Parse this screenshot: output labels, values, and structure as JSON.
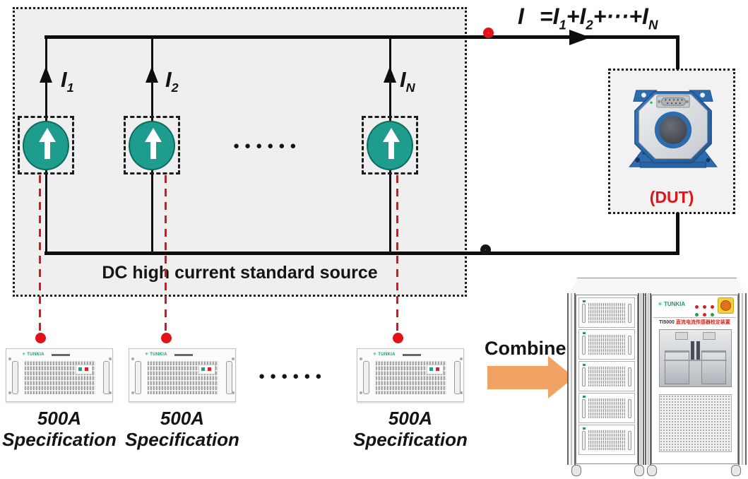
{
  "colors": {
    "teal_source": "#1e9c8e",
    "red_accent": "#e21218",
    "orange_arrow": "#f2a263",
    "panel_gray": "#efeff0",
    "brand_green": "#17a05e",
    "wire_black": "#0d0d0d"
  },
  "formula": {
    "lhs": "I",
    "eq": "=",
    "t1": "I",
    "s1": "1",
    "p1": "+",
    "t2": "I",
    "s2": "2",
    "p2": "+···+",
    "t3": "I",
    "s3": "N"
  },
  "branches": [
    {
      "label": "I",
      "sub": "1"
    },
    {
      "label": "I",
      "sub": "2"
    },
    {
      "label": "I",
      "sub": "N"
    }
  ],
  "source_box": {
    "caption": "DC high current standard source"
  },
  "ellipsis": {
    "middle": "●●●●●●",
    "bottom": "●●●●●●"
  },
  "dut": {
    "caption": "(DUT)"
  },
  "combine": {
    "label": "Combine"
  },
  "racks": [
    {
      "line1": "500A",
      "line2": "Specification"
    },
    {
      "line1": "500A",
      "line2": "Specification"
    },
    {
      "line1": "500A",
      "line2": "Specification"
    }
  ],
  "rack_panel": {
    "brand": "TUNKIA",
    "brand_icon": "✳"
  },
  "cabinet": {
    "brand": "TUNKIA",
    "brand_icon": "✳",
    "model": "TI5000",
    "title_cn": "直流电流传感器检定装置"
  }
}
